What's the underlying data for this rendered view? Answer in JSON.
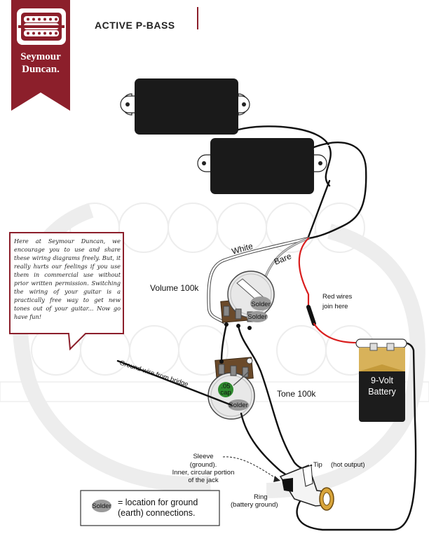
{
  "brand": {
    "line1": "Seymour",
    "line2": "Duncan.",
    "color": "#8c1f2b"
  },
  "title": "ACTIVE P-BASS",
  "note": "Here at Seymour Duncan, we encourage you to use and share these wiring diagrams freely. But, it really hurts our feelings if you use them in commercial use without prior written permission. Switching the wiring of your guitar is a practically free way to get new tones out of your guitar... Now go have fun!",
  "labels": {
    "white": "White",
    "bare": "Bare",
    "volume": "Volume 100k",
    "tone": "Tone 100k",
    "red_wires_1": "Red wires",
    "red_wires_2": "join here",
    "ground_wire": "Ground wire from bridge",
    "sleeve_1": "Sleeve",
    "sleeve_2": "(ground).",
    "sleeve_3": "Inner, circular portion",
    "sleeve_4": "of the jack",
    "tip": "Tip",
    "tip_note": "(hot output)",
    "ring": "Ring",
    "ring_note": "(battery ground)",
    "solder": "Solder",
    "cap_1": ".05",
    "cap_2": "cap",
    "battery_1": "9-Volt",
    "battery_2": "Battery"
  },
  "legend": {
    "solder": "Solder",
    "text": "= location for ground (earth) connections."
  },
  "colors": {
    "wire_black": "#111111",
    "wire_red": "#d91e1e",
    "brand_red": "#8c1f2b",
    "pickup": "#1a1a1a",
    "battery": "#1c1c1c",
    "battery_top": "#c49a3a",
    "cap_green": "#2f8a2f"
  },
  "icons": {
    "logo": "seymour-duncan-s-logo",
    "pickup": "split-coil-pickup",
    "pot": "potentiometer",
    "jack": "output-jack",
    "battery": "nine-volt-battery"
  }
}
